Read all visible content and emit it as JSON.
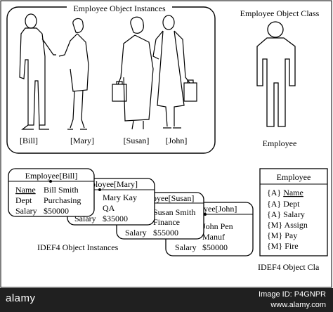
{
  "instances_panel": {
    "title": "Employee Object Instances",
    "labels": [
      "[Bill]",
      "[Mary]",
      "[Susan]",
      "[John]"
    ]
  },
  "class_panel": {
    "title": "Employee Object Class",
    "figure_label": "Employee"
  },
  "idef4_instances": {
    "caption": "IDEF4 Object Instances",
    "cards": [
      {
        "header": "Employee[Bill]",
        "rows": [
          [
            "Name",
            "Bill Smith"
          ],
          [
            "Dept",
            "Purchasing"
          ],
          [
            "Salary",
            "$50000"
          ]
        ]
      },
      {
        "header": "ployee[Mary]",
        "rows": [
          [
            "",
            "Mary Kay"
          ],
          [
            "",
            "QA"
          ],
          [
            "Salary",
            "$35000"
          ]
        ]
      },
      {
        "header": "oyee[Susan]",
        "rows": [
          [
            "",
            "Susan Smith"
          ],
          [
            "",
            "Finance"
          ],
          [
            "Salary",
            "$55000"
          ]
        ]
      },
      {
        "header": "yee[John]",
        "rows": [
          [
            "",
            "John Pen"
          ],
          [
            "",
            "Manuf"
          ],
          [
            "Salary",
            "$50000"
          ]
        ]
      }
    ]
  },
  "idef4_class": {
    "header": "Employee",
    "rows": [
      "{A} Name",
      "{A} Dept",
      "{A} Salary",
      "{M} Assign",
      "{M} Pay",
      "{M} Fire"
    ],
    "caption": "IDEF4 Object Cla"
  },
  "footer": {
    "logo": "alamy",
    "image_id_line1": "Image ID: P4GNPR",
    "image_id_line2": "www.alamy.com"
  },
  "colors": {
    "ink": "#000000",
    "paper": "#ffffff",
    "footer_bg": "#202020"
  }
}
